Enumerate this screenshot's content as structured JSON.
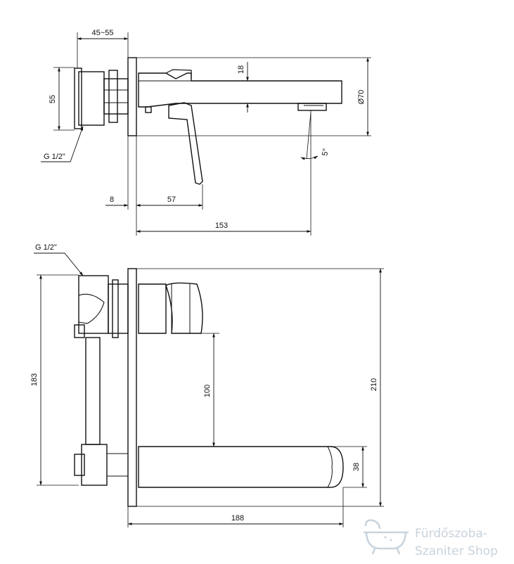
{
  "dimensions": {
    "top_view": {
      "wall_depth": "45~55",
      "thread_height": "55",
      "thread": "G 1/2\"",
      "spout_height": "18",
      "plate_diameter": "Ø70",
      "aerator_angle": "5°",
      "plate_thickness": "8",
      "handle_offset": "57",
      "spout_length": "153"
    },
    "front_view": {
      "thread": "G 1/2\"",
      "body_height": "183",
      "lever_to_spout": "100",
      "plate_height": "210",
      "spout_height": "38",
      "total_length": "188"
    }
  },
  "watermark": {
    "line1": "Fürdőszoba-",
    "line2": "Szaniter Shop",
    "icon": "bathtub-icon",
    "color": "#c9d3dc"
  }
}
